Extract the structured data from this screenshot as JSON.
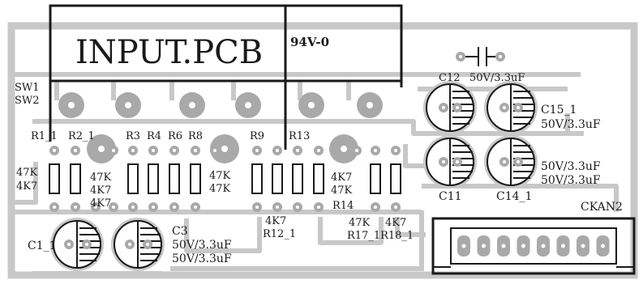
{
  "board": {
    "title": "INPUT.PCB",
    "flammability_mark": "94V-0",
    "colors": {
      "board": "#ffffff",
      "trace": "#c8c8c8",
      "pad": "#a9a9a9",
      "pad_hole": "#ffffff",
      "silkscreen": "#1a1a1a"
    }
  },
  "switch_labels": [
    "SW1",
    "SW2"
  ],
  "resistor_refs": [
    "R1_1",
    "R2_1",
    "R3",
    "R4",
    "R6",
    "R8",
    "R9",
    "R13"
  ],
  "resistor_values": {
    "left_a": "47K",
    "left_b": "4K7",
    "mid_a": "47K",
    "mid_b": "4K7",
    "mid_c": "4K7",
    "right_a": "47K",
    "right_b": "47K",
    "r13_a": "4K7",
    "r13_b": "47K"
  },
  "lower_labels": {
    "r12_value": "4K7",
    "r12_ref": "R12_1",
    "r14_ref": "R14",
    "r17_value": "47K",
    "r18_value": "4K7",
    "r17_r18_ref": "R17_1R18_1"
  },
  "capacitors": {
    "c12_ref": "C12",
    "c12_rating": "50V/3.3uF",
    "c15_ref": "C15_1",
    "c15_rating": "50V/3.3uF",
    "c11_ref": "C11",
    "c14_ref": "C14_1",
    "c11_rating": "50V/3.3uF",
    "c14_rating": "50V/3.3uF",
    "c1_ref": "C1_1",
    "c3_ref": "C3",
    "c1_rating": "50V/3.3uF",
    "c3_rating": "50V/3.3uF"
  },
  "connector": {
    "ref": "CKAN2",
    "pin_count": 8
  }
}
